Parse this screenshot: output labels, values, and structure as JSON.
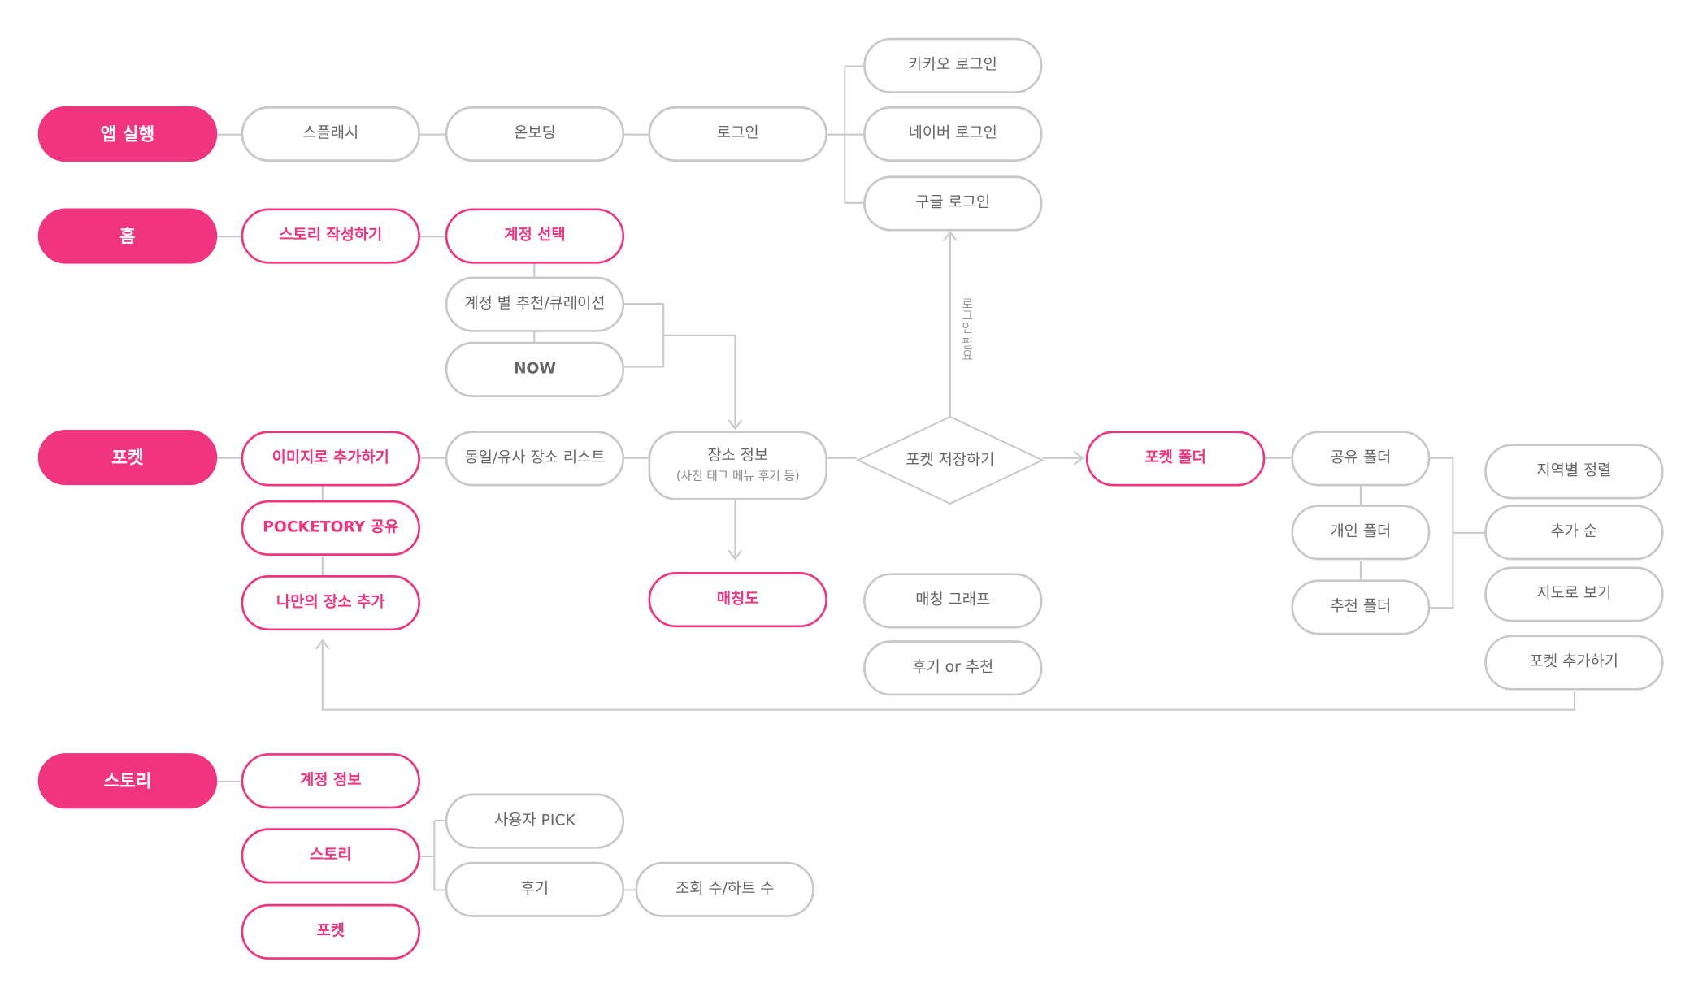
{
  "colors": {
    "accent": "#f0347f",
    "line": "#c8c8c8",
    "text": "#666666"
  },
  "categories": {
    "app_launch": "앱 실행",
    "home": "홈",
    "pocket": "포켓",
    "story": "스토리"
  },
  "app_flow": {
    "splash": "스플래시",
    "onboarding": "온보딩",
    "login": "로그인",
    "kakao_login": "카카오 로그인",
    "naver_login": "네이버 로그인",
    "google_login": "구글 로그인",
    "login_required": "로그인 필요"
  },
  "home_flow": {
    "write_story": "스토리 작성하기",
    "select_account": "계정 선택",
    "account_curation": "계정 별 추천/큐레이션",
    "now": "NOW"
  },
  "pocket_flow": {
    "add_by_image": "이미지로 추가하기",
    "share_pocketory": "POCKETORY 공유",
    "add_my_place": "나만의 장소 추가",
    "similar_places": "동일/유사 장소 리스트",
    "place_info": "장소 정보",
    "place_info_detail": "(사진 태그 메뉴 후기 등)",
    "save_pocket": "포켓 저장하기",
    "matching": "매칭도",
    "matching_graph": "매칭 그래프",
    "review_or_recommend": "후기 or 추천",
    "pocket_folder": "포켓 폴더",
    "shared_folder": "공유 폴더",
    "personal_folder": "개인 폴더",
    "recommended_folder": "추천 폴더",
    "sort_by_region": "지역별 정렬",
    "sort_by_added": "추가 순",
    "view_on_map": "지도로 보기",
    "add_pocket": "포켓 추가하기"
  },
  "story_flow": {
    "account_info": "계정 정보",
    "story": "스토리",
    "pocket": "포켓",
    "user_pick": "사용자 PICK",
    "review": "후기",
    "views_hearts": "조회 수/하트 수"
  }
}
